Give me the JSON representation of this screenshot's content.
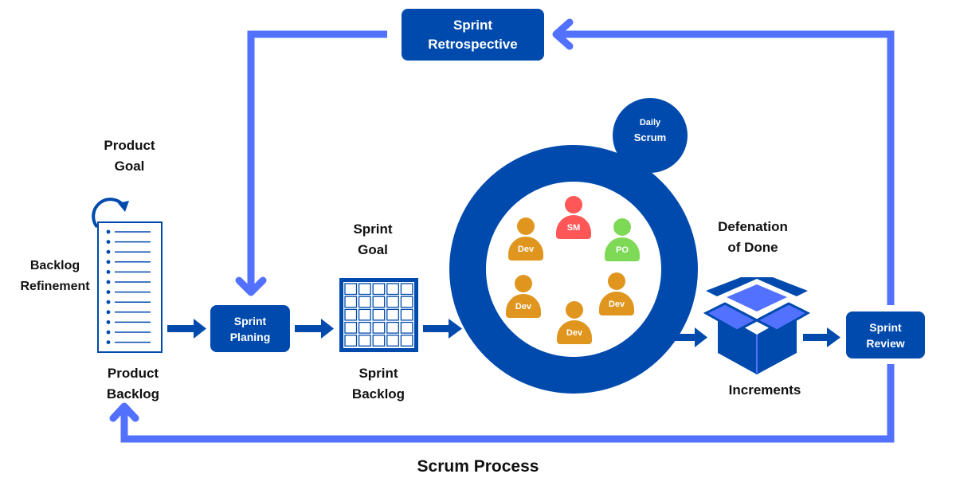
{
  "title": "Scrum Process",
  "colors": {
    "primary": "#004aad",
    "loop": "#5271ff",
    "dev": "#e0951f",
    "sm": "#ff5757",
    "po": "#7ed957",
    "text": "#111111"
  },
  "labels": {
    "product_goal": [
      "Product",
      "Goal"
    ],
    "backlog_refinement": [
      "Backlog",
      "Refinement"
    ],
    "product_backlog": [
      "Product",
      "Backlog"
    ],
    "sprint_goal": [
      "Sprint",
      "Goal"
    ],
    "sprint_backlog": [
      "Sprint",
      "Backlog"
    ],
    "definition_of_done": [
      "Defenation",
      "of Done"
    ],
    "increments": "Increments"
  },
  "boxes": {
    "sprint_retrospective": [
      "Sprint",
      "Retrospective"
    ],
    "sprint_planning": [
      "Sprint",
      "Planing"
    ],
    "sprint_review": [
      "Sprint",
      "Review"
    ],
    "daily_scrum": [
      "Daily",
      "Scrum"
    ]
  },
  "team": [
    {
      "role": "SM",
      "color_key": "sm"
    },
    {
      "role": "PO",
      "color_key": "po"
    },
    {
      "role": "Dev",
      "color_key": "dev"
    },
    {
      "role": "Dev",
      "color_key": "dev"
    },
    {
      "role": "Dev",
      "color_key": "dev"
    },
    {
      "role": "Dev",
      "color_key": "dev"
    }
  ],
  "icons": {
    "backlog": "document-list-icon",
    "refinement": "circular-arrow-icon",
    "sprint_backlog": "grid-board-icon",
    "increment": "open-box-icon"
  }
}
